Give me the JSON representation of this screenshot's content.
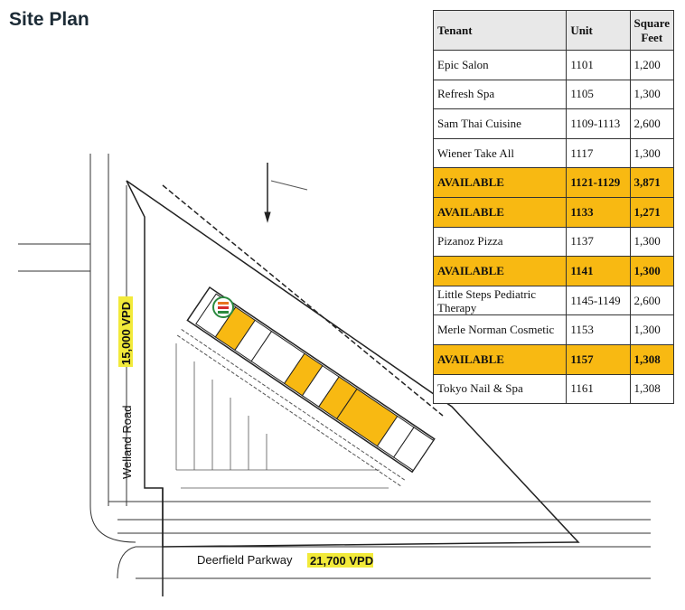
{
  "title": "Site Plan",
  "table": {
    "headers": {
      "tenant": "Tenant",
      "unit": "Unit",
      "sqft_line1": "Square",
      "sqft_line2": "Feet"
    },
    "rows": [
      {
        "tenant": "Epic Salon",
        "unit": "1101",
        "sqft": "1,200",
        "available": false
      },
      {
        "tenant": "Refresh Spa",
        "unit": "1105",
        "sqft": "1,300",
        "available": false
      },
      {
        "tenant": "Sam Thai Cuisine",
        "unit": "1109-1113",
        "sqft": "2,600",
        "available": false
      },
      {
        "tenant": "Wiener Take All",
        "unit": "1117",
        "sqft": "1,300",
        "available": false
      },
      {
        "tenant": "AVAILABLE",
        "unit": "1121-1129",
        "sqft": "3,871",
        "available": true
      },
      {
        "tenant": "AVAILABLE",
        "unit": "1133",
        "sqft": "1,271",
        "available": true
      },
      {
        "tenant": "Pizanoz Pizza",
        "unit": "1137",
        "sqft": "1,300",
        "available": false
      },
      {
        "tenant": "AVAILABLE",
        "unit": "1141",
        "sqft": "1,300",
        "available": true
      },
      {
        "tenant": "Little Steps Pediatric Therapy",
        "unit": "1145-1149",
        "sqft": "2,600",
        "available": false
      },
      {
        "tenant": "Merle Norman Cosmetic",
        "unit": "1153",
        "sqft": "1,300",
        "available": false
      },
      {
        "tenant": "AVAILABLE",
        "unit": "1157",
        "sqft": "1,308",
        "available": true
      },
      {
        "tenant": "Tokyo Nail & Spa",
        "unit": "1161",
        "sqft": "1,308",
        "available": false
      }
    ]
  },
  "plan": {
    "road_west": "Welland Road",
    "road_west_vpd": "15,000 VPD",
    "road_south": "Deerfield Parkway",
    "road_south_vpd": "21,700 VPD",
    "colors": {
      "available": "#f8b912",
      "vpd_highlight": "#f2ea3a",
      "line": "#222222"
    }
  }
}
